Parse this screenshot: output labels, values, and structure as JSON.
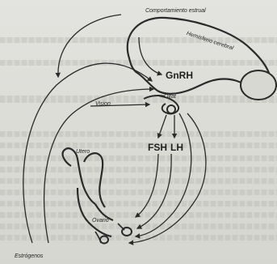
{
  "diagram": {
    "labels": {
      "behavior": "Comportamiento estrual",
      "hemisphere": "Hemisferio cerebral",
      "gnrh": "GnRH",
      "olfaction": "Olfat",
      "vision": "Vision",
      "fsh": "FSH",
      "lh": "LH",
      "uterus": "Utero",
      "ovary": "Ovario",
      "estrogens": "Estrógenos"
    },
    "colors": {
      "ink": "#2a2a2a",
      "paper": "#dcdcd8"
    }
  }
}
